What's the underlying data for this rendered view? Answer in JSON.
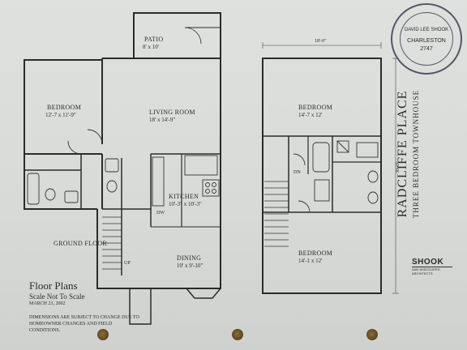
{
  "left_plan": {
    "patio": {
      "name": "PATIO",
      "dim": "8' x 10'"
    },
    "bedroom": {
      "name": "BEDROOM",
      "dim": "12'-7 x 11'-9\""
    },
    "living_room": {
      "name": "LIVING ROOM",
      "dim": "18' x 14'-9\""
    },
    "kitchen": {
      "name": "KITCHEN",
      "dim": "10'-3\" x 10'-3\""
    },
    "dining": {
      "name": "DINING",
      "dim": "10' x 9'-10\""
    },
    "ground_floor": "GROUND FLOOR",
    "up": "UP",
    "dw": "DW"
  },
  "right_plan": {
    "width_dim": "18'-0\"",
    "depth_dim": "36'-0\"",
    "bedroom_top": {
      "name": "BEDROOM",
      "dim": "14'-7 x 12'"
    },
    "bedroom_bottom": {
      "name": "BEDROOM",
      "dim": "14'-1 x 12'"
    },
    "dn": "DN"
  },
  "notes": {
    "title": "Floor Plans",
    "scale": "Scale  Not To Scale",
    "date": "MARCH 23, 2002",
    "disclaimer": "DIMENSIONS ARE SUBJECT TO CHANGE DUE TO HOMEOWNER CHANGES AND FIELD CONDITIONS."
  },
  "project": {
    "name": "RADCLIFFE PLACE",
    "subtitle": "THREE BEDROOM TOWNHOUSE"
  },
  "seal": {
    "name": "DAVID LEE SHOOK",
    "city": "CHARLESTON",
    "number": "2747"
  },
  "architect": {
    "name": "SHOOK",
    "sub": "AND ASSOCIATES ARCHITECTS"
  },
  "colors": {
    "paper": "#dcdedc",
    "ink": "#2a2a2a",
    "seal_ink": "#556677"
  }
}
